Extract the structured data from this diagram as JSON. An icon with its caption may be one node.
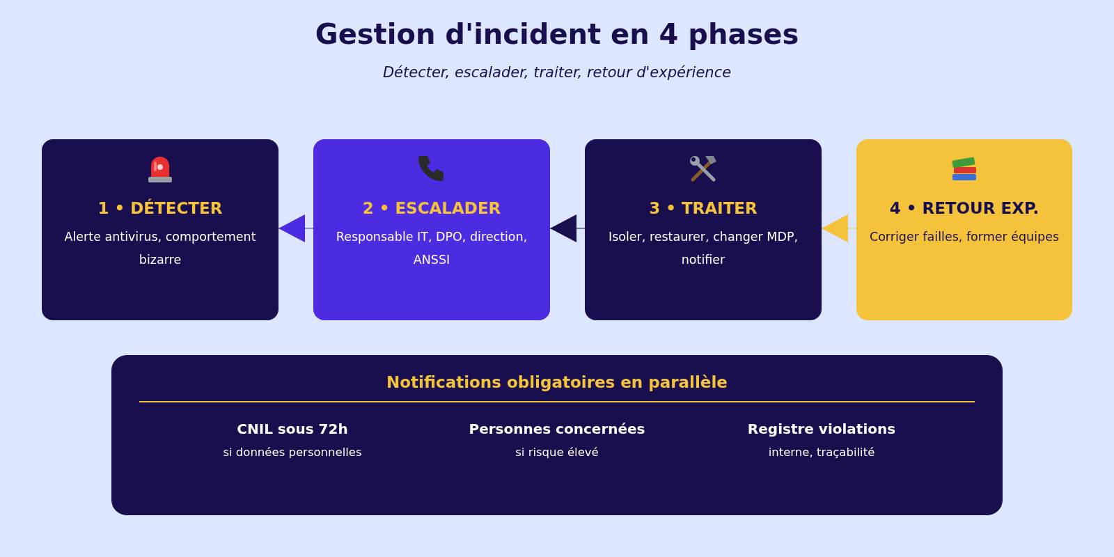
{
  "diagram": {
    "title": "Gestion d'incident en 4 phases",
    "caption": "Détecter, escalader, traiter, retour d'expérience",
    "nodes": [
      {
        "text": [
          "1 • DÉTECTER",
          "Alerte antivirus, comportement bizarre"
        ]
      },
      {
        "text": [
          "2 • ESCALADER",
          "Responsable IT, DPO, direction, ANSSI"
        ]
      },
      {
        "text": [
          "3 • TRAITER",
          "Isoler, restaurer, changer MDP, notifier"
        ]
      },
      {
        "text": [
          "4 • RETOUR EXP.",
          "Corriger failles, former équipes"
        ]
      },
      {
        "text": [
          "Notifications obligatoires en parallèle",
          "CNIL sous 72h",
          "si données personnelles",
          "Personnes concernées",
          "si risque élevé",
          "Registre violations",
          "interne, traçabilité"
        ]
      }
    ],
    "edges": [
      {
        "from": 1,
        "to": 0,
        "arrow": "to",
        "color": "#4c2be0"
      },
      {
        "from": 2,
        "to": 1,
        "arrow": "to",
        "color": "#1a0f4e"
      },
      {
        "from": 3,
        "to": 2,
        "arrow": "to",
        "color": "#f5c33b"
      }
    ]
  }
}
